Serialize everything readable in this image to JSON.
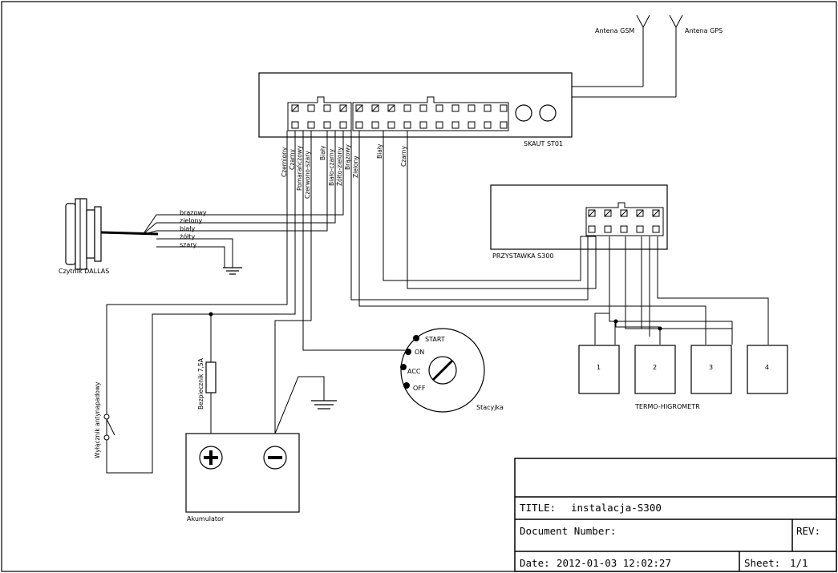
{
  "antennas": {
    "gsm": "Antena GSM",
    "gps": "Antena GPS"
  },
  "skaut": {
    "label": "SKAUT ST01",
    "wires": [
      "Czerniony",
      "Czarny",
      "Pomarańczowy",
      "Czerwono-szary",
      "Biały",
      "Biało-czarny",
      "Żółto-zielony",
      "Brązowy",
      "Zielony",
      "Biały",
      "Czarny"
    ]
  },
  "przystawka": {
    "label": "PRZYSTAWKA S300"
  },
  "dallas": {
    "label": "Czytnik DALLAS",
    "wires": [
      "brązowy",
      "zielony",
      "biały",
      "żółty",
      "szary"
    ]
  },
  "switch": {
    "label": "Wyłącznik antynapadowy"
  },
  "fuse": {
    "label": "Bezpiecznik 7,5A"
  },
  "battery": {
    "label": "Akumulator",
    "plus": "+",
    "minus": "−"
  },
  "ignition": {
    "label": "Stacyjka",
    "positions": [
      "START",
      "ON",
      "ACC",
      "OFF"
    ]
  },
  "termo": {
    "label": "TERMO-HIGROMETR",
    "channels": [
      "1",
      "2",
      "3",
      "4"
    ]
  },
  "title_block": {
    "title_label": "TITLE:",
    "title_value": "instalacja-S300",
    "doc_label": "Document Number:",
    "rev_label": "REV:",
    "date_label": "Date:",
    "date_value": "2012-01-03 12:02:27",
    "sheet_label": "Sheet:",
    "sheet_value": "1/1"
  }
}
